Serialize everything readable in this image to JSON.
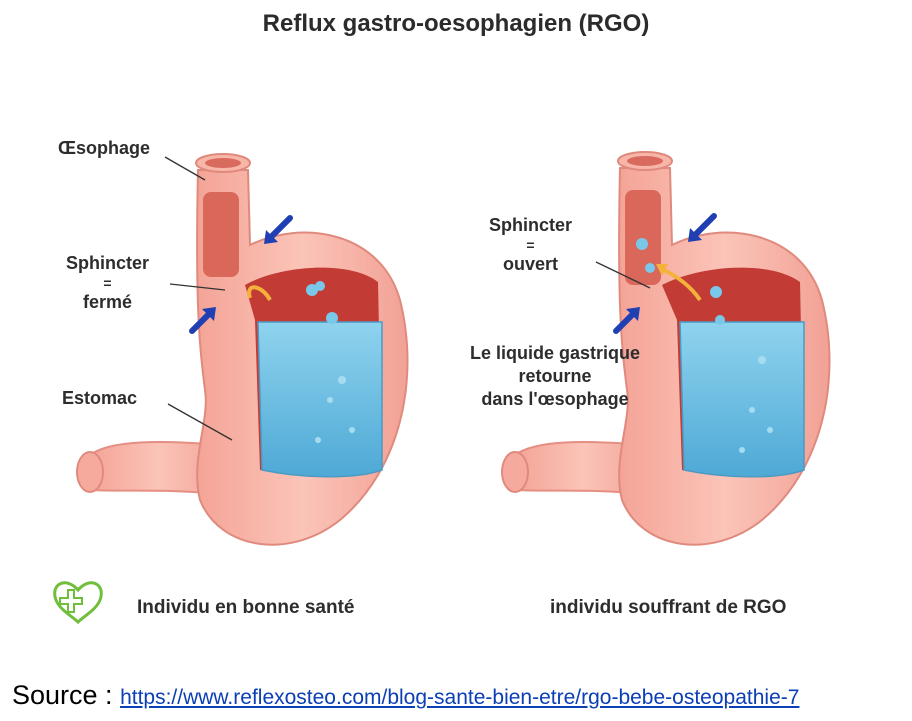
{
  "title": "Reflux gastro-oesophagien (RGO)",
  "healthy": {
    "oesophagus_label": "Œsophage",
    "sphincter_label": [
      "Sphincter",
      "=",
      "fermé"
    ],
    "stomach_label": "Estomac",
    "caption": "Individu en bonne santé"
  },
  "reflux": {
    "sphincter_label": [
      "Sphincter",
      "=",
      "ouvert"
    ],
    "liquid_label": [
      "Le liquide gastrique",
      "retourne",
      "dans l'œsophage"
    ],
    "caption": "individu souffrant de RGO"
  },
  "source": {
    "prefix": "Source : ",
    "url_text": "https://www.reflexosteo.com/blog-sante-bien-etre/rgo-bebe-osteopathie-7"
  },
  "colors": {
    "stomach_wall": "#f7b3a6",
    "stomach_inner": "#c8433b",
    "liquid": "#6cc0e2",
    "arrow": "#1f3fb3",
    "health_icon": "#6fbf3a",
    "link": "#0b3fb5"
  },
  "icons": {
    "health": "heart-cross-icon"
  }
}
